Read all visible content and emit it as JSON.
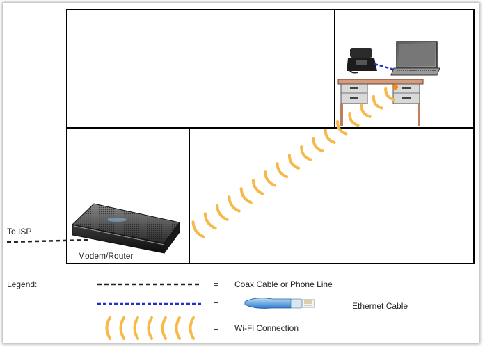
{
  "labels": {
    "to_isp": "To ISP",
    "modem_router": "Modem/Router"
  },
  "legend": {
    "title": "Legend:",
    "equals": "=",
    "items": [
      {
        "text": "Coax Cable or Phone Line",
        "line_color": "#222222"
      },
      {
        "text": "Ethernet Cable",
        "line_color": "#1f2fd0"
      },
      {
        "text": "Wi-Fi Connection",
        "line_color": "#f6b94a"
      }
    ]
  },
  "colors": {
    "wall": "#000000",
    "wifi": "#f6b94a",
    "ethernet": "#1f2fd0",
    "coax": "#222222",
    "desk": "#d79b7b"
  }
}
